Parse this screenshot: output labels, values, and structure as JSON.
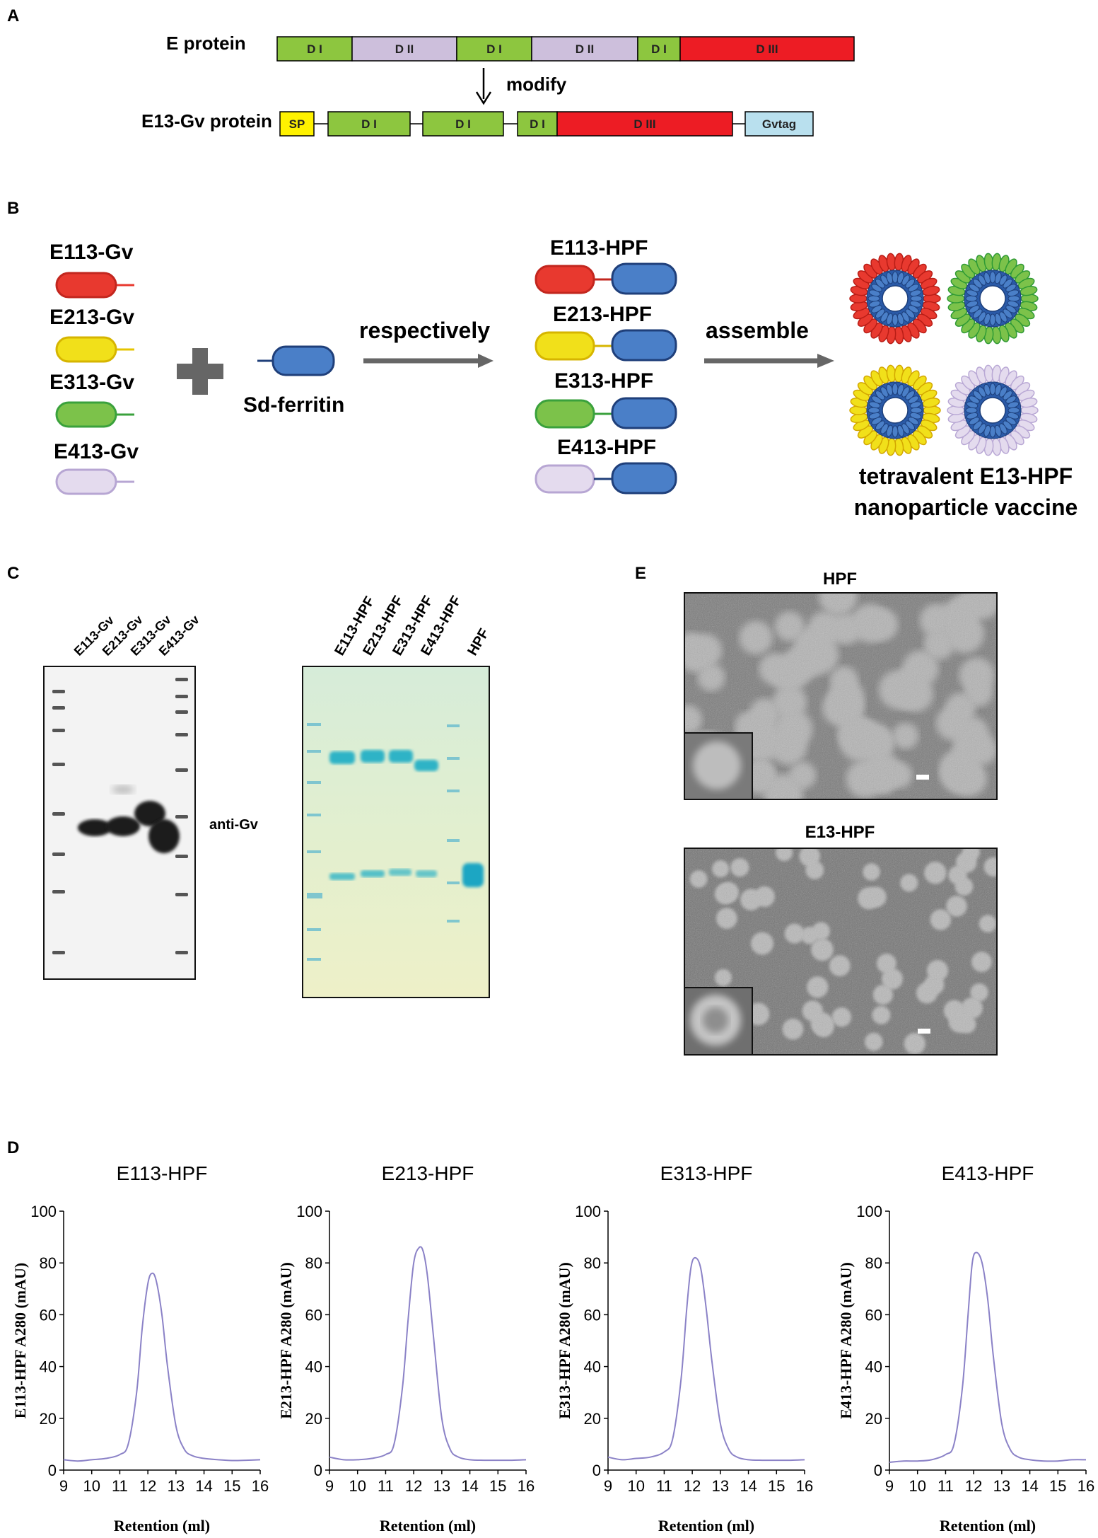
{
  "panels": {
    "A": "A",
    "B": "B",
    "C": "C",
    "D": "D",
    "E": "E"
  },
  "panel_a": {
    "row1_label": "E protein",
    "row1_domains": [
      "D I",
      "D II",
      "D I",
      "D II",
      "D I",
      "D III"
    ],
    "arrow_label": "modify",
    "row2_label": "E13-Gv protein",
    "row2_domains": [
      "SP",
      "D I",
      "D I",
      "D I",
      "D III",
      "Gvtag"
    ],
    "colors": {
      "di": "#8dc63f",
      "dii": "#cdbfdc",
      "diii": "#ed1c24",
      "sp": "#fff200",
      "gvtag": "#b9e0ee"
    }
  },
  "panel_b": {
    "inputs": [
      "E113-Gv",
      "E213-Gv",
      "E313-Gv",
      "E413-Gv"
    ],
    "ferritin_label": "Sd-ferritin",
    "arrow1_label": "respectively",
    "products": [
      "E113-HPF",
      "E213-HPF",
      "E313-HPF",
      "E413-HPF"
    ],
    "arrow2_label": "assemble",
    "result_line1": "tetravalent E13-HPF",
    "result_line2": "nanoparticle vaccine",
    "colors": {
      "e1": "#e8392f",
      "e2": "#f1e01a",
      "e3": "#7cc24a",
      "e4": "#e4dbee",
      "ferritin": "#4a7fc8",
      "plus": "#666666",
      "arrow": "#666666"
    }
  },
  "panel_c": {
    "western_lanes": [
      "E113-Gv",
      "E213-Gv",
      "E313-Gv",
      "E413-Gv"
    ],
    "western_label": "anti-Gv",
    "gel_lanes": [
      "E113-HPF",
      "E213-HPF",
      "E313-HPF",
      "E413-HPF",
      "HPF"
    ]
  },
  "panel_e": {
    "top_title": "HPF",
    "bottom_title": "E13-HPF"
  },
  "chart_data": [
    {
      "type": "line",
      "title": "E113-HPF",
      "xlabel": "Retention (ml)",
      "ylabel": "E113-HPF A280 (mAU)",
      "xlim": [
        9,
        16
      ],
      "ylim": [
        0,
        100
      ],
      "xticks": [
        9,
        10,
        11,
        12,
        13,
        14,
        15,
        16
      ],
      "yticks": [
        0,
        20,
        40,
        60,
        80,
        100
      ],
      "peak": {
        "x": 12.15,
        "y": 76
      },
      "baseline": 4,
      "series": [
        {
          "color": "#8b82c7",
          "x": [
            9.0,
            9.5,
            10.0,
            10.5,
            11.0,
            11.3,
            11.6,
            11.8,
            12.0,
            12.15,
            12.3,
            12.5,
            12.7,
            13.0,
            13.3,
            13.6,
            14.0,
            14.5,
            15.0,
            15.5,
            16.0
          ],
          "y": [
            4,
            3.5,
            4,
            4.5,
            6,
            10,
            30,
            55,
            72,
            76,
            73,
            60,
            40,
            17,
            8,
            5.5,
            4.5,
            4,
            3.7,
            3.8,
            4
          ]
        }
      ]
    },
    {
      "type": "line",
      "title": "E213-HPF",
      "xlabel": "Retention (ml)",
      "ylabel": "E213-HPF A280 (mAU)",
      "xlim": [
        9,
        16
      ],
      "ylim": [
        0,
        100
      ],
      "xticks": [
        9,
        10,
        11,
        12,
        13,
        14,
        15,
        16
      ],
      "yticks": [
        0,
        20,
        40,
        60,
        80,
        100
      ],
      "series": [
        {
          "color": "#8b82c7",
          "x": [
            9.0,
            9.5,
            10.0,
            10.5,
            11.0,
            11.3,
            11.6,
            11.8,
            12.0,
            12.2,
            12.35,
            12.5,
            12.7,
            13.0,
            13.3,
            13.6,
            14.0,
            14.5,
            15.0,
            15.5,
            16.0
          ],
          "y": [
            5,
            4,
            4,
            4.5,
            6,
            10,
            32,
            58,
            80,
            86,
            84,
            74,
            52,
            20,
            8,
            5,
            4,
            3.8,
            3.8,
            3.8,
            4
          ]
        }
      ]
    },
    {
      "type": "line",
      "title": "E313-HPF",
      "xlabel": "Retention (ml)",
      "ylabel": "E313-HPF A280 (mAU)",
      "xlim": [
        9,
        16
      ],
      "ylim": [
        0,
        100
      ],
      "xticks": [
        9,
        10,
        11,
        12,
        13,
        14,
        15,
        16
      ],
      "yticks": [
        0,
        20,
        40,
        60,
        80,
        100
      ],
      "series": [
        {
          "color": "#8b82c7",
          "x": [
            9.0,
            9.5,
            10.0,
            10.5,
            11.0,
            11.3,
            11.6,
            11.8,
            11.95,
            12.1,
            12.3,
            12.5,
            12.7,
            13.0,
            13.3,
            13.6,
            14.0,
            14.5,
            15.0,
            15.5,
            16.0
          ],
          "y": [
            5,
            4,
            4.5,
            5,
            7,
            12,
            35,
            62,
            78,
            82,
            78,
            62,
            42,
            18,
            8,
            5,
            4,
            3.8,
            3.8,
            3.8,
            4
          ]
        }
      ]
    },
    {
      "type": "line",
      "title": "E413-HPF",
      "xlabel": "Retention (ml)",
      "ylabel": "E413-HPF A280 (mAU)",
      "xlim": [
        9,
        16
      ],
      "ylim": [
        0,
        100
      ],
      "xticks": [
        9,
        10,
        11,
        12,
        13,
        14,
        15,
        16
      ],
      "yticks": [
        0,
        20,
        40,
        60,
        80,
        100
      ],
      "series": [
        {
          "color": "#8b82c7",
          "x": [
            9.0,
            9.5,
            10.0,
            10.5,
            11.0,
            11.3,
            11.6,
            11.8,
            11.95,
            12.1,
            12.3,
            12.5,
            12.7,
            13.0,
            13.3,
            13.6,
            14.0,
            14.5,
            15.0,
            15.5,
            16.0
          ],
          "y": [
            3,
            3.5,
            3.5,
            4,
            6,
            10,
            32,
            60,
            80,
            84,
            80,
            66,
            44,
            18,
            8,
            5,
            4,
            3.5,
            3.5,
            4,
            4
          ]
        }
      ]
    }
  ]
}
